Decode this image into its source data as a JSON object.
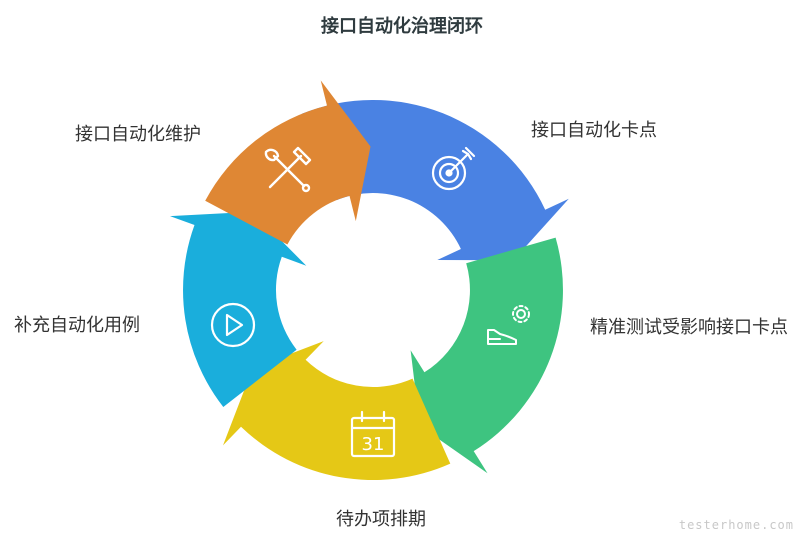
{
  "title": "接口自动化治理闭环",
  "watermark": "testerhome.com",
  "steps": [
    {
      "label": "接口自动化卡点",
      "color": "#4A82E3",
      "icon": "target-icon"
    },
    {
      "label": "精准测试受影响接口卡点",
      "color": "#3EC480",
      "icon": "gear-shoe-icon"
    },
    {
      "label": "待办项排期",
      "color": "#E5C816",
      "icon": "calendar-icon",
      "icon_text": "31"
    },
    {
      "label": "补充自动化用例",
      "color": "#1AAEDC",
      "icon": "play-icon"
    },
    {
      "label": "接口自动化维护",
      "color": "#DF8734",
      "icon": "tools-icon"
    }
  ]
}
